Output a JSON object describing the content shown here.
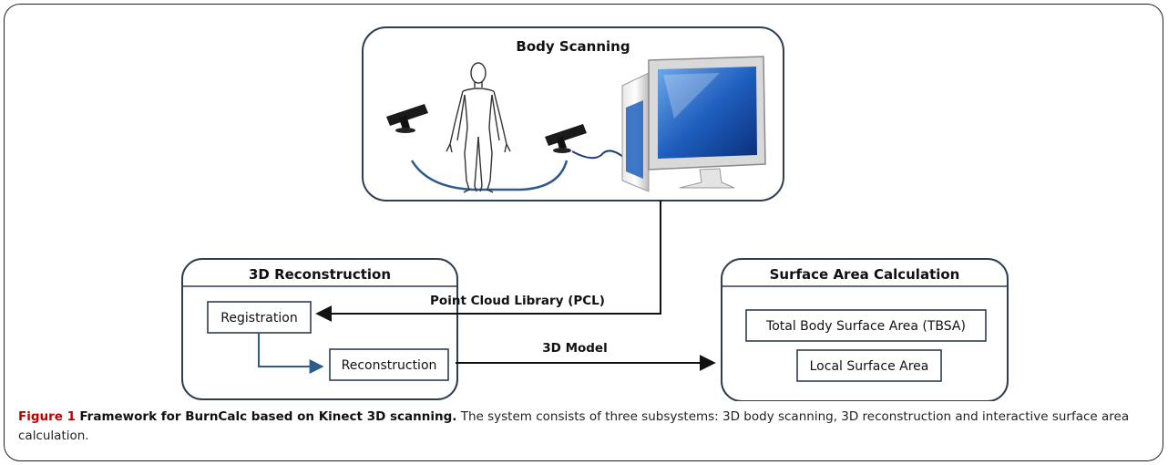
{
  "diagram": {
    "body_scanning": {
      "title": "Body Scanning"
    },
    "reconstruction": {
      "title": "3D Reconstruction",
      "step1": "Registration",
      "step2": "Reconstruction"
    },
    "surface_area": {
      "title": "Surface Area Calculation",
      "item1": "Total Body Surface Area (TBSA)",
      "item2": "Local Surface Area"
    },
    "edges": {
      "pcl": "Point Cloud Library (PCL)",
      "model": "3D Model"
    },
    "icons": [
      "kinect-sensor-icon",
      "human-body-icon",
      "desktop-computer-icon"
    ],
    "colors": {
      "box_border": "#2c3e50",
      "flow_arrow": "#2c5b8c",
      "caption_label": "#c00000"
    }
  },
  "caption": {
    "label": "Figure 1",
    "title": "Framework for BurnCalc based on Kinect 3D scanning.",
    "text": "The system consists of three subsystems: 3D body scanning, 3D reconstruction and interactive surface area calculation."
  }
}
